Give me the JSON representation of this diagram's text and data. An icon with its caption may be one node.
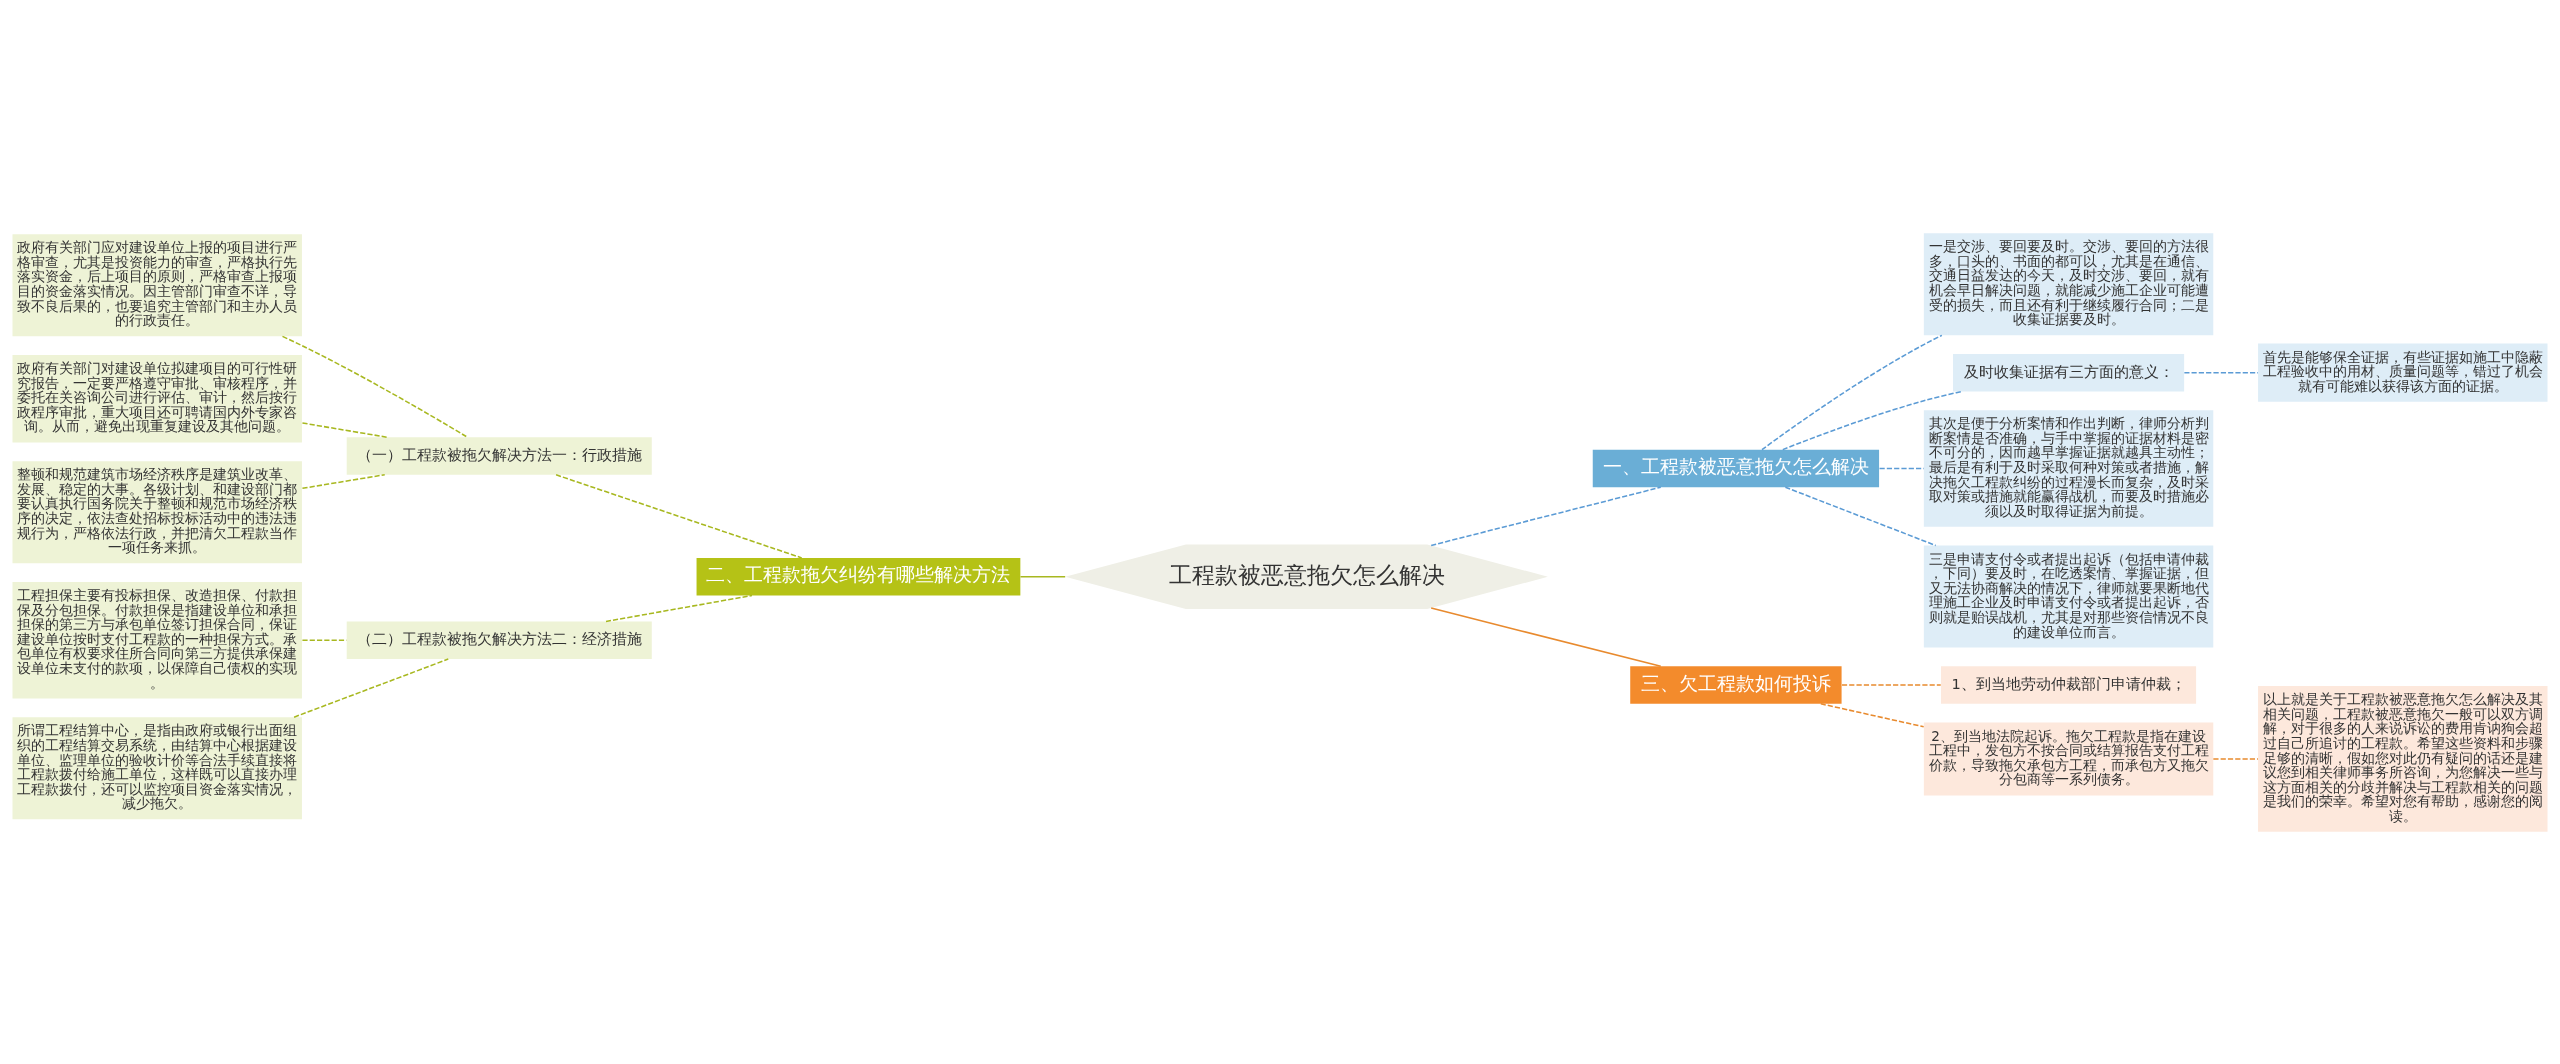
{
  "diagram": {
    "nodes": [
      {
        "text": [
          "工程款被恶意拖欠怎么解决"
        ]
      },
      {
        "text": [
          "二、工程款拖欠纠纷有哪些解决方法"
        ]
      },
      {
        "text": [
          "（一）工程款被拖欠解决方法一：行政措施"
        ]
      },
      {
        "text": [
          "政府有关部门应对建设单位上报的项目进行严格审查，尤其是投资能力的审查，严格执行先落实资金，后上项目的原则，严格审查上报项目的资金落实情况。因主管部门审查不详，导致不良后果的，也要追究主管部门和主办人员的行政责任。"
        ]
      },
      {
        "text": [
          "政府有关部门对建设单位拟建项目的可行性研究报告，一定要严格遵守审批、审核程序，并委托在关咨询公司进行评估、审计，然后按行政程序审批，重大项目还可聘请国内外专家咨询。从而，避免出现重复建设及其他问题。"
        ]
      },
      {
        "text": [
          "整顿和规范建筑市场经济秩序是建筑业改革、发展、稳定的大事。各级计划、和建设部门都要认真执行国务院关于整顿和规范市场经济秩序的决定，依法查处招标投标活动中的违法违规行为，严格依法行政，并把清欠工程款当作一项任务来抓。"
        ]
      },
      {
        "text": [
          "（二）工程款被拖欠解决方法二：经济措施"
        ]
      },
      {
        "text": [
          "工程担保主要有投标担保、改造担保、付款担保及分包担保。付款担保是指建设单位和承担担保的第三方与承包单位签订担保合同，保证建设单位按时支付工程款的一种担保方式。承包单位有权要求住所合同向第三方提供承保建设单位未支付的款项，以保障自己债权的实现。"
        ]
      },
      {
        "text": [
          "所谓工程结算中心，是指由政府或银行出面组织的工程结算交易系统，由结算中心根据建设单位、监理单位的验收计价等合法手续直接将工程款拨付给施工单位，这样既可以直接办理工程款拨付，还可以监控项目资金落实情况，减少拖欠。"
        ]
      },
      {
        "text": [
          "一、工程款被恶意拖欠怎么解决"
        ]
      },
      {
        "text": [
          "一是交涉、要回要及时。交涉、要回的方法很多，口头的、书面的都可以，尤其是在通信、交通日益发达的今天，及时交涉、要回，就有机会早日解决问题，就能减少施工企业可能遭受的损失，而且还有利于继续履行合同；二是收集证据要及时。"
        ]
      },
      {
        "text": [
          "及时收集证据有三方面的意义："
        ]
      },
      {
        "text": [
          "首先是能够保全证据，有些证据如施工中隐蔽工程验收中的用材、质量问题等，错过了机会就有可能难以获得该方面的证据。"
        ]
      },
      {
        "text": [
          "其次是便于分析案情和作出判断，律师分析判断案情是否准确，与手中掌握的证据材料是密不可分的，因而越早掌握证据就越具主动性；最后是有利于及时采取何种对策或者措施，解决拖欠工程款纠纷的过程漫长而复杂，及时采取对策或措施就能赢得战机，而要及时措施必须以及时取得证据为前提。"
        ]
      },
      {
        "text": [
          "三是申请支付令或者提出起诉（包括申请仲裁，下同）要及时，在吃透案情、掌握证据，但又无法协商解决的情况下，律师就要果断地代理施工企业及时申请支付令或者提出起诉，否则就是贻误战机，尤其是对那些资信情况不良的建设单位而言。"
        ]
      },
      {
        "text": [
          "三、欠工程款如何投诉"
        ]
      },
      {
        "text": [
          "1、到当地劳动仲裁部门申请仲裁；"
        ]
      },
      {
        "text": [
          "2、到当地法院起诉。拖欠工程款是指在建设工程中，发包方不按合同或结算报告支付工程价款，导致拖欠承包方工程，而承包方又拖欠分包商等一系列债务。"
        ]
      },
      {
        "text": [
          "以上就是关于工程款被恶意拖欠怎么解决及其相关问题，工程款被恶意拖欠一般可以双方调解，对于很多的人来说诉讼的费用肯讷狗会超过自己所追讨的工程款。希望这些资料和步骤足够的清晰，假如您对此仍有疑问的话还是建议您到相关律师事务所咨询，为您解决一些与这方面相关的分歧并解决与工程款相关的问题是我们的荣幸。希望对您有帮助，感谢您的阅读。"
        ]
      }
    ],
    "edges": [
      {
        "from": 0,
        "to": 1,
        "arrow": "none"
      },
      {
        "from": 1,
        "to": 2,
        "arrow": "none",
        "style": "dashed"
      },
      {
        "from": 2,
        "to": 3,
        "arrow": "none",
        "style": "dashed"
      },
      {
        "from": 2,
        "to": 4,
        "arrow": "none",
        "style": "dashed"
      },
      {
        "from": 2,
        "to": 5,
        "arrow": "none",
        "style": "dashed"
      },
      {
        "from": 1,
        "to": 6,
        "arrow": "none",
        "style": "dashed"
      },
      {
        "from": 6,
        "to": 7,
        "arrow": "none",
        "style": "dashed"
      },
      {
        "from": 6,
        "to": 8,
        "arrow": "none",
        "style": "dashed"
      },
      {
        "from": 0,
        "to": 9,
        "arrow": "none",
        "style": "dashed",
        "color": "#5b9bd5"
      },
      {
        "from": 9,
        "to": 10,
        "arrow": "none",
        "style": "dashed",
        "color": "#5b9bd5"
      },
      {
        "from": 9,
        "to": 11,
        "arrow": "none",
        "style": "dashed",
        "color": "#5b9bd5"
      },
      {
        "from": 11,
        "to": 12,
        "arrow": "none",
        "style": "dashed",
        "color": "#5b9bd5"
      },
      {
        "from": 9,
        "to": 13,
        "arrow": "none",
        "style": "dashed",
        "color": "#5b9bd5"
      },
      {
        "from": 9,
        "to": 14,
        "arrow": "none",
        "style": "dashed",
        "color": "#5b9bd5"
      },
      {
        "from": 0,
        "to": 15,
        "arrow": "none",
        "color": "#e88a2e"
      },
      {
        "from": 15,
        "to": 16,
        "arrow": "none",
        "style": "dashed",
        "color": "#e88a2e"
      },
      {
        "from": 15,
        "to": 17,
        "arrow": "none",
        "style": "dashed",
        "color": "#e88a2e"
      },
      {
        "from": 17,
        "to": 18,
        "arrow": "none",
        "style": "dashed",
        "color": "#e88a2e"
      }
    ]
  }
}
